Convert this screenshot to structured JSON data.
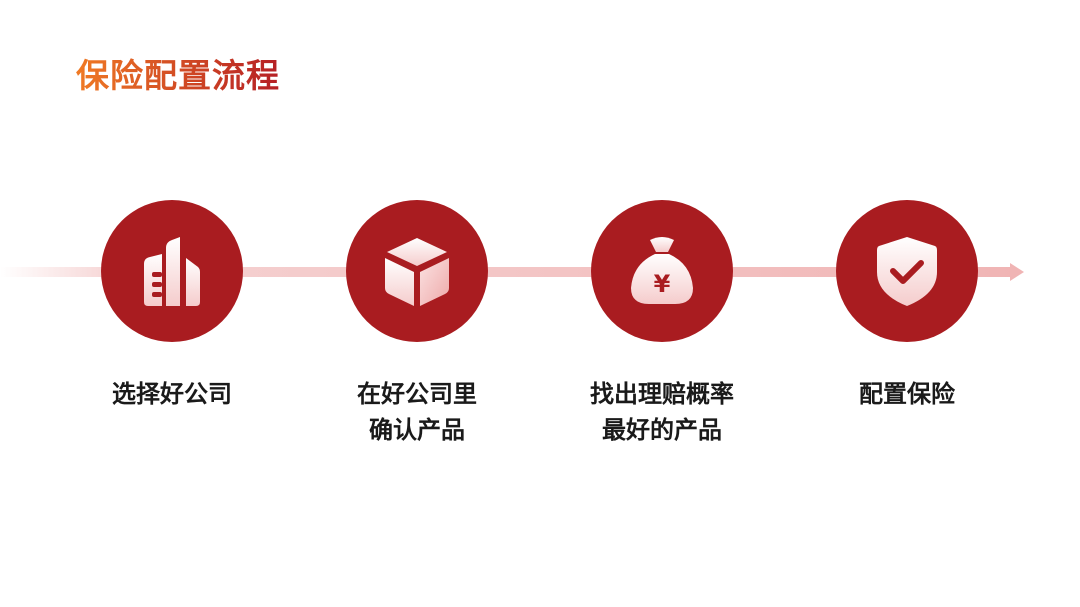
{
  "title": "保险配置流程",
  "colors": {
    "title_start": "#f07a24",
    "title_end": "#b51f25",
    "circle": "#a91c20",
    "arrow": "#f3c6c6"
  },
  "steps": [
    {
      "icon": "building-icon",
      "line1": "选择好公司",
      "line2": ""
    },
    {
      "icon": "cube-icon",
      "line1": "在好公司里",
      "line2": "确认产品"
    },
    {
      "icon": "money-bag-icon",
      "line1": "找出理赔概率",
      "line2": "最好的产品",
      "symbol": "¥"
    },
    {
      "icon": "shield-check-icon",
      "line1": "配置保险",
      "line2": ""
    }
  ]
}
